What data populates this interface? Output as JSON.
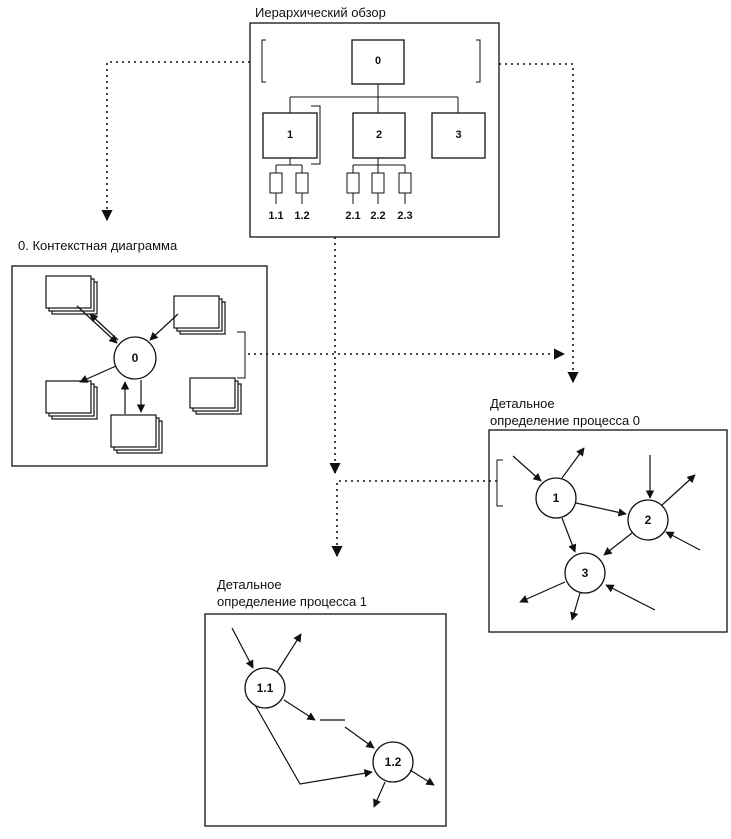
{
  "hierarchy": {
    "title": "Иерархический обзор",
    "root": "0",
    "level1": [
      "1",
      "2",
      "3"
    ],
    "level2": [
      "1.1",
      "1.2",
      "2.1",
      "2.2",
      "2.3"
    ]
  },
  "context": {
    "title": "0. Контекстная диаграмма",
    "center": "0"
  },
  "detail0": {
    "title_line1": "Детальное",
    "title_line2": "определение процесса 0",
    "nodes": [
      "1",
      "2",
      "3"
    ]
  },
  "detail1": {
    "title_line1": "Детальное",
    "title_line2": "определение процесса 1",
    "nodes": [
      "1.1",
      "1.2"
    ]
  }
}
